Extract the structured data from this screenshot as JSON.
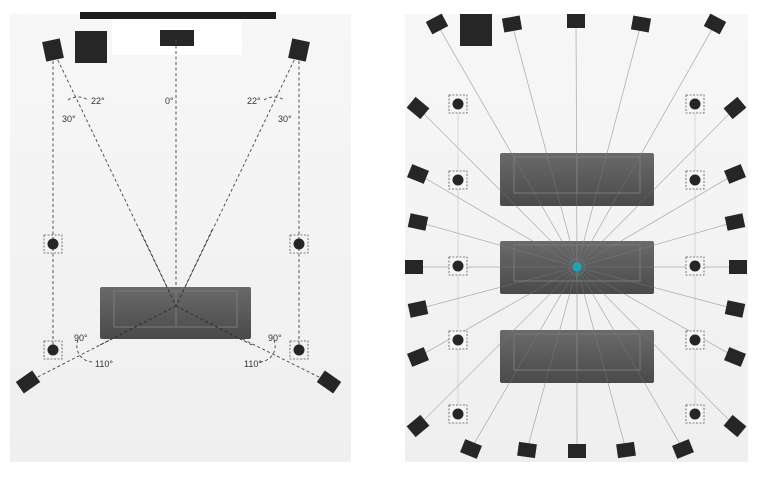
{
  "colors": {
    "room": "#f3f3f3",
    "screen_bar": "#1e1e1e",
    "speaker": "#262626",
    "sofa": "#555555",
    "guide_line": "#444444",
    "ray_line": "#c9c9c9",
    "listener": "#1aa6b7"
  },
  "corner_mark": "+",
  "left_diagram": {
    "angles": {
      "front_left_inner": "22°",
      "front_left_outer": "30°",
      "center": "0°",
      "front_right_inner": "22°",
      "front_right_outer": "30°",
      "side_left": "90°",
      "rear_left": "110°",
      "side_right": "90°",
      "rear_right": "110°"
    }
  },
  "right_diagram": {
    "sofa_rows": 3,
    "listener": "center"
  }
}
